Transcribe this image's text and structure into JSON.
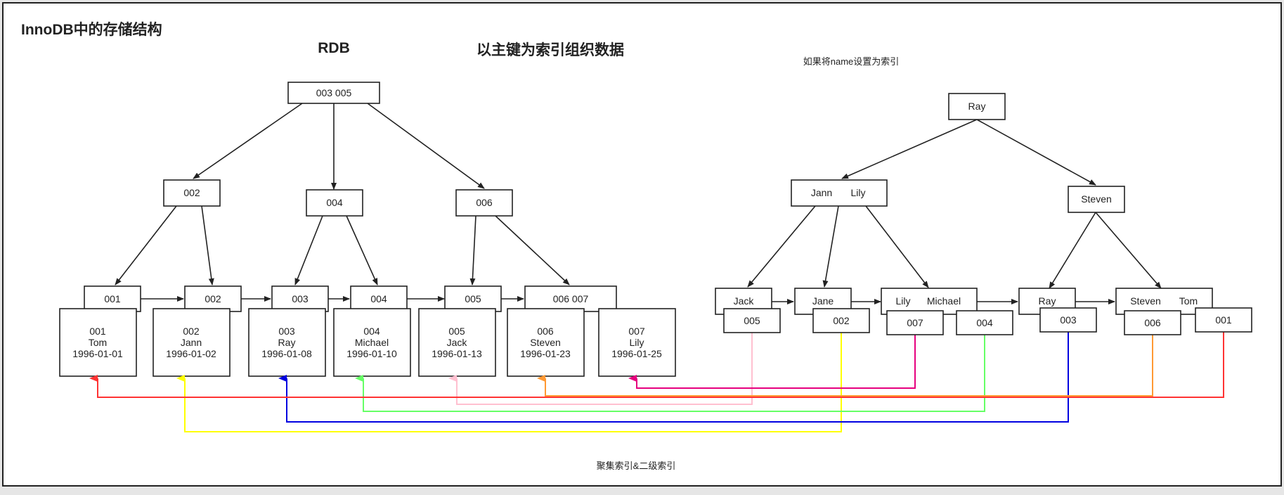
{
  "titles": {
    "main": "InnoDB中的存储结构",
    "rdb": "RDB",
    "organize": "以主键为索引组织数据",
    "secondary_note": "如果将name设置为索引",
    "footer": "聚集索引&二级索引"
  },
  "primary_tree": {
    "root": "003  005",
    "internal": [
      "002",
      "004",
      "006"
    ],
    "leaves": [
      "001",
      "002",
      "003",
      "004",
      "005",
      "006  007"
    ],
    "records": [
      {
        "id": "001",
        "name": "Tom",
        "date": "1996-01-01"
      },
      {
        "id": "002",
        "name": "Jann",
        "date": "1996-01-02"
      },
      {
        "id": "003",
        "name": "Ray",
        "date": "1996-01-08"
      },
      {
        "id": "004",
        "name": "Michael",
        "date": "1996-01-10"
      },
      {
        "id": "005",
        "name": "Jack",
        "date": "1996-01-13"
      },
      {
        "id": "006",
        "name": "Steven",
        "date": "1996-01-23"
      },
      {
        "id": "007",
        "name": "Lily",
        "date": "1996-01-25"
      }
    ]
  },
  "secondary_tree": {
    "root": "Ray",
    "internal": [
      {
        "left": "Jann",
        "right": "Lily"
      },
      {
        "left": "Steven",
        "right": ""
      }
    ],
    "leaves": [
      {
        "left": "Jack",
        "right": ""
      },
      {
        "left": "Jane",
        "right": ""
      },
      {
        "left": "Lily",
        "right": "Michael"
      },
      {
        "left": "Ray",
        "right": ""
      },
      {
        "left": "Steven",
        "right": "Tom"
      }
    ],
    "pointers": [
      "005",
      "002",
      "007",
      "004",
      "003",
      "006",
      "001"
    ]
  },
  "pointer_colors": {
    "001": "#ff3333",
    "002": "#ffff00",
    "003": "#0000e0",
    "004": "#66ff66",
    "005": "#ffc0d0",
    "006": "#ff9933",
    "007": "#e6007e"
  }
}
